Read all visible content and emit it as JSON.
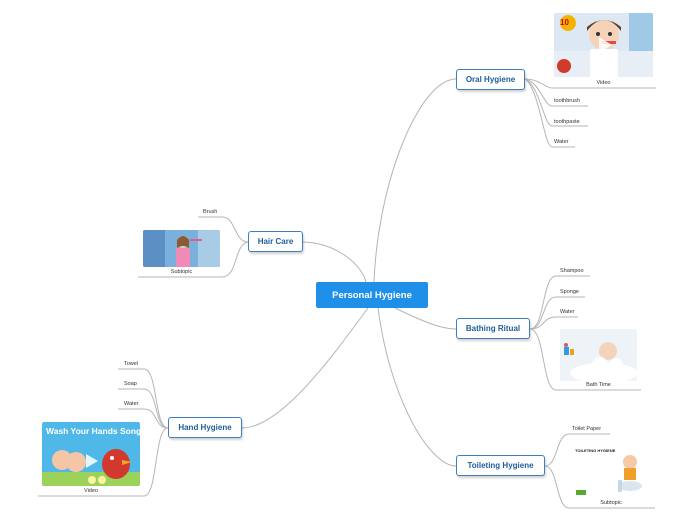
{
  "root": {
    "label": "Personal Hygiene"
  },
  "oral": {
    "label": "Oral Hygiene",
    "video_caption": "Video",
    "badge": "10",
    "items": [
      "toothbrush",
      "toothpaste",
      "Water"
    ]
  },
  "hair": {
    "label": "Hair Care",
    "items": [
      "Brush"
    ],
    "image_caption": "Subtopic"
  },
  "bathing": {
    "label": "Bathing Ritual",
    "items": [
      "Shampoo",
      "Sponge",
      "Water"
    ],
    "image_caption": "Bath Time"
  },
  "hand": {
    "label": "Hand Hygiene",
    "items": [
      "Towel",
      "Soap",
      "Water"
    ],
    "video_caption": "Video",
    "video_title": "Wash Your Hands Song"
  },
  "toileting": {
    "label": "Toileting Hygiene",
    "items": [
      "Toilet Paper"
    ],
    "image_caption": "Subtopic",
    "image_title": "TOILETING HYGIENE"
  },
  "colors": {
    "root_fill": "#1e90ea",
    "node_border": "#3f7fbf",
    "node_text": "#1d5d9b",
    "connector": "#b5b5b5"
  }
}
